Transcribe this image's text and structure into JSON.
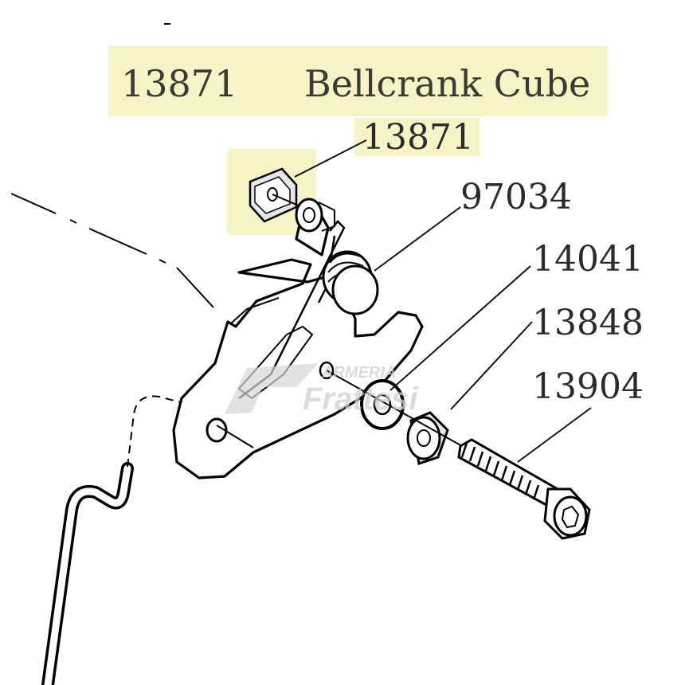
{
  "title": {
    "part_number": "13871",
    "part_name": "Bellcrank Cube"
  },
  "highlight_color": "#f6f3c7",
  "callouts": [
    {
      "id": "cube",
      "label": "13871"
    },
    {
      "id": "spring",
      "label": "97034"
    },
    {
      "id": "washer",
      "label": "14041"
    },
    {
      "id": "spacer",
      "label": "13848"
    },
    {
      "id": "screw",
      "label": "13904"
    }
  ],
  "watermark": {
    "top": "ARMERIA",
    "bottom": "Frattesi"
  }
}
